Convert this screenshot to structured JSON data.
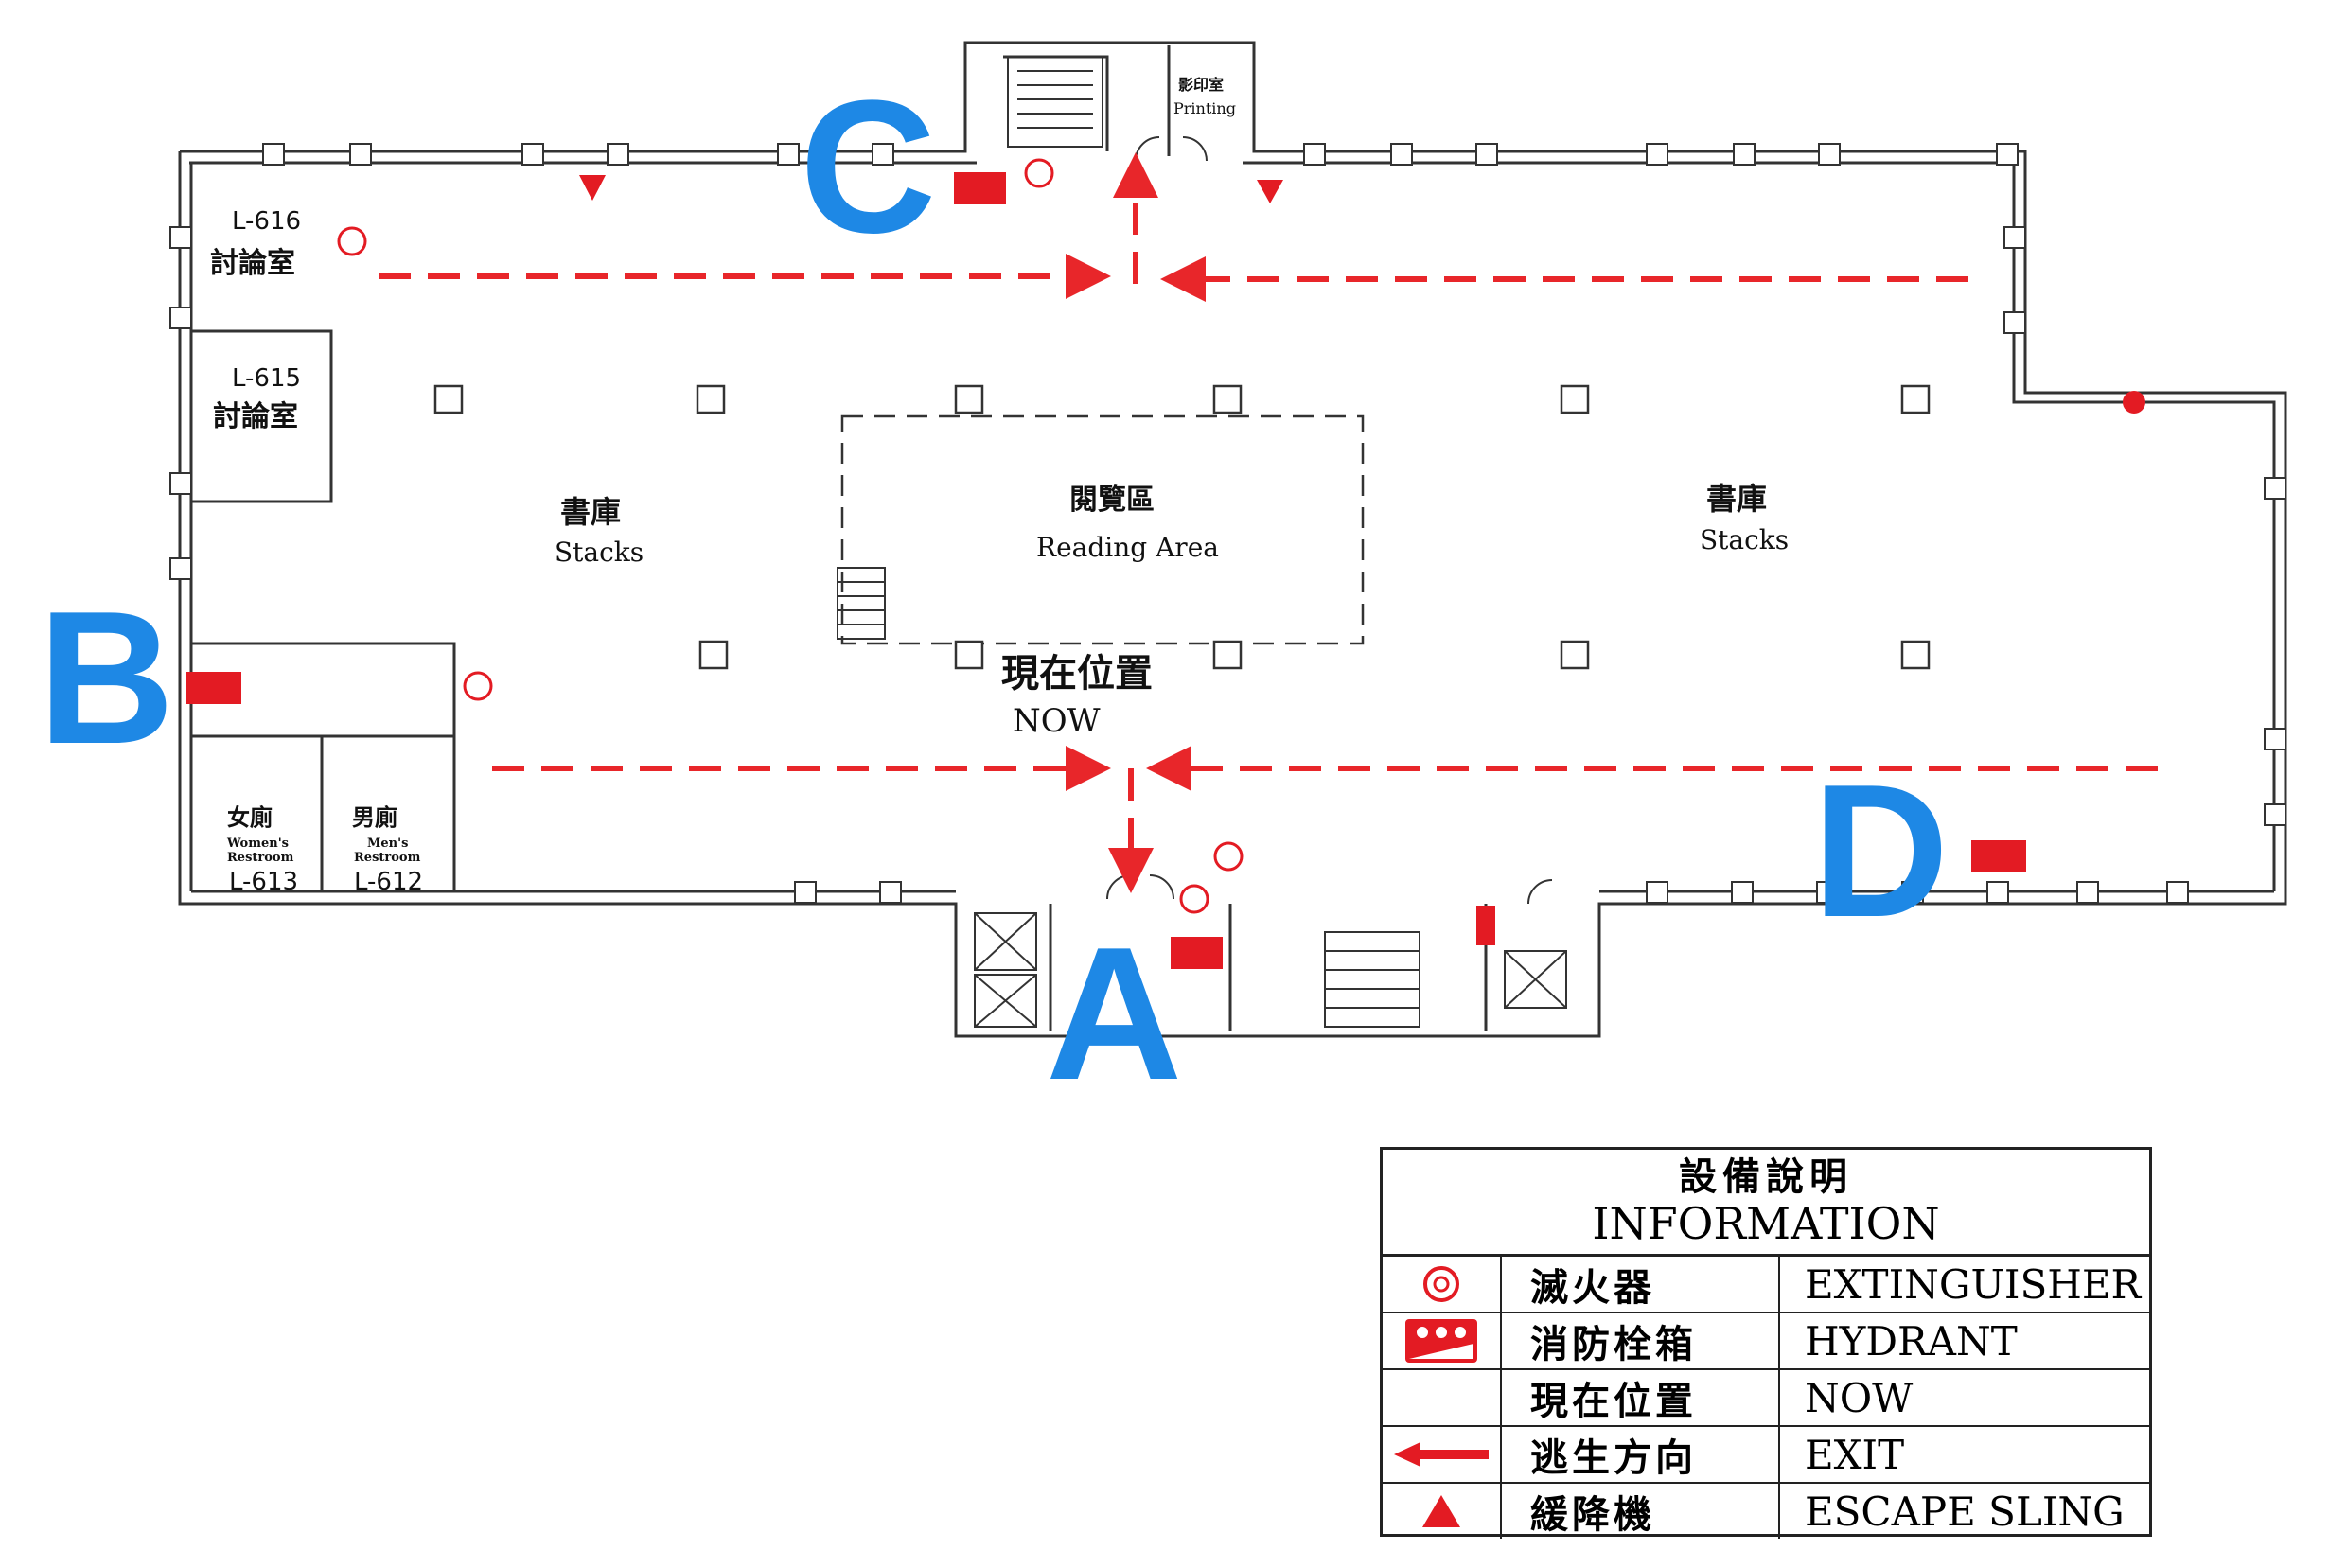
{
  "rooms": {
    "l616_code": "L-616",
    "l616_name": "討論室",
    "l615_code": "L-615",
    "l615_name": "討論室",
    "women_zh": "女廁",
    "women_en1": "Women's",
    "women_en2": "Restroom",
    "women_code": "L-613",
    "men_zh": "男廁",
    "men_en1": "Men's",
    "men_en2": "Restroom",
    "men_code": "L-612",
    "printing_zh": "影印室",
    "printing_en": "Printing"
  },
  "areas": {
    "stacks_left_zh": "書庫",
    "stacks_left_en": "Stacks",
    "reading_zh": "閱覽區",
    "reading_en": "Reading Area",
    "stacks_right_zh": "書庫",
    "stacks_right_en": "Stacks",
    "now_zh": "現在位置",
    "now_en": "NOW"
  },
  "exit_markers": {
    "a": "A",
    "b": "B",
    "c": "C",
    "d": "D"
  },
  "legend": {
    "title_zh": "設備說明",
    "title_en": "INFORMATION",
    "items": [
      {
        "icon": "extinguisher-icon",
        "zh": "滅火器",
        "en": "EXTINGUISHER"
      },
      {
        "icon": "hydrant-icon",
        "zh": "消防栓箱",
        "en": "HYDRANT"
      },
      {
        "icon": "",
        "zh": "現在位置",
        "en": "NOW"
      },
      {
        "icon": "exit-arrow-icon",
        "zh": "逃生方向",
        "en": "EXIT"
      },
      {
        "icon": "escape-sling-icon",
        "zh": "緩降機",
        "en": "ESCAPE SLING"
      }
    ]
  },
  "colors": {
    "exit_route": "#e8262a",
    "marker_letters": "#1e88e5",
    "walls": "#333333",
    "symbols": "#e31b23"
  }
}
